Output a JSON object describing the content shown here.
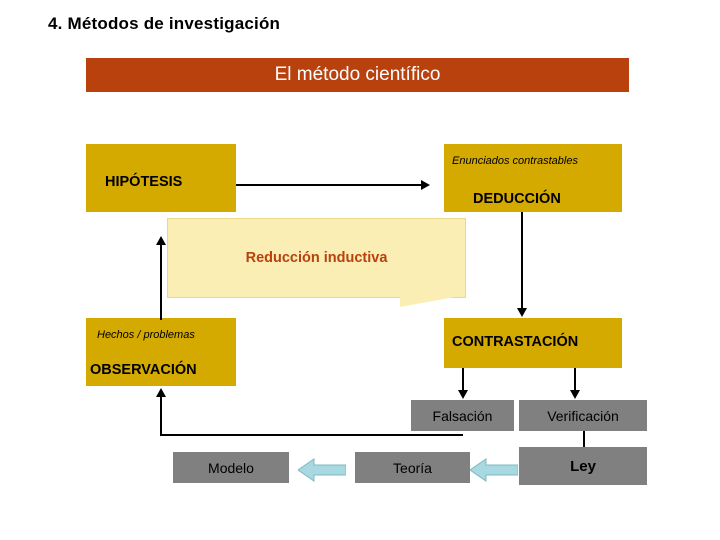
{
  "slide": {
    "title": "4. Métodos de investigación",
    "banner": "El método científico"
  },
  "diagram": {
    "nodes": {
      "hipotesis": "HIPÓTESIS",
      "deduccion": "DEDUCCIÓN",
      "enunciados": "Enunciados contrastables",
      "contrastacion": "CONTRASTACIÓN",
      "observacion": "OBSERVACIÓN",
      "hechos": "Hechos / problemas",
      "falsacion": "Falsación",
      "verificacion": "Verificación",
      "modelo": "Modelo",
      "teoria": "Teoría",
      "ley": "Ley"
    },
    "callout": "Reducción inductiva",
    "colors": {
      "banner": "#b8410e",
      "gold_box": "#d4a900",
      "grey_box": "#808080",
      "callout_fill": "#fbeeb4",
      "callout_text": "#b8410e",
      "block_arrow": "#a8d8e0"
    }
  }
}
